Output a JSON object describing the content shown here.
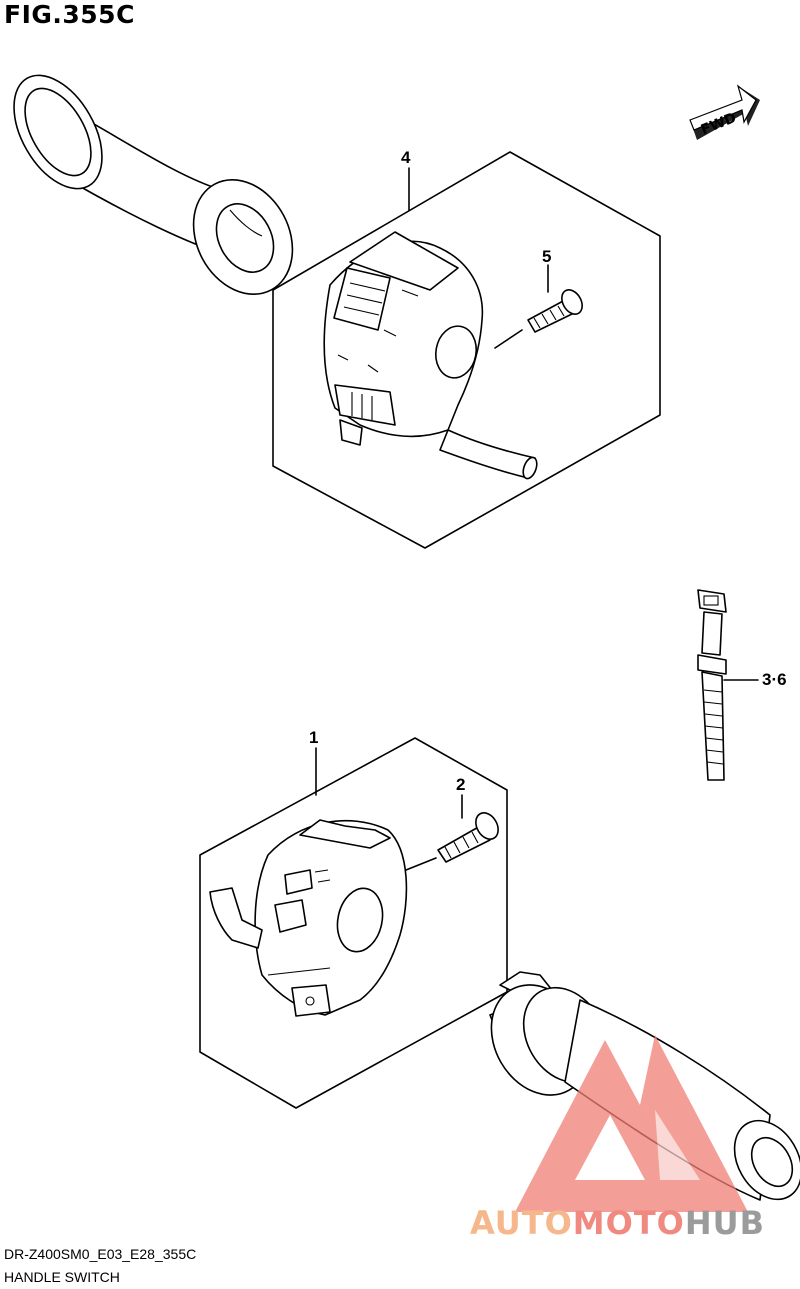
{
  "figure": {
    "title": "FIG.355C"
  },
  "callouts": [
    {
      "id": "4",
      "label": "4"
    },
    {
      "id": "5",
      "label": "5"
    },
    {
      "id": "36",
      "label": "3·6"
    },
    {
      "id": "1",
      "label": "1"
    },
    {
      "id": "2",
      "label": "2"
    }
  ],
  "fwd_badge": {
    "label": "FWD"
  },
  "footer": {
    "code": "DR-Z400SM0_E03_E28_355C",
    "name": "HANDLE SWITCH"
  },
  "watermark": {
    "parts": [
      {
        "text": "AUTO",
        "color": "#f5b78b"
      },
      {
        "text": "MOTO",
        "color": "#f08a80"
      },
      {
        "text": "HUB",
        "color": "#9b9b9b"
      }
    ],
    "triangle_color": "#f07e74"
  }
}
